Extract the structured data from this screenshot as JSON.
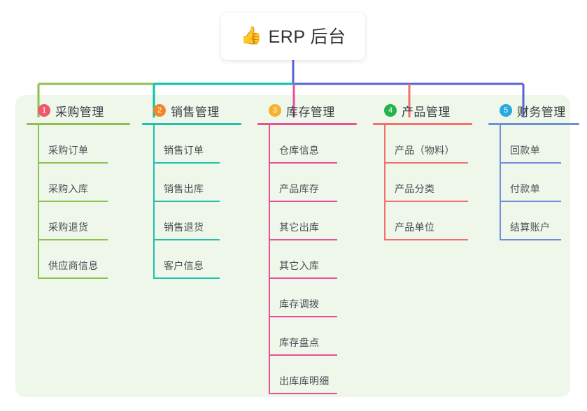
{
  "diagram": {
    "type": "mind-map",
    "root": {
      "icon": "thumbs-up-icon",
      "emoji": "👍",
      "title": "ERP 后台"
    },
    "panel_color": "#eef7e9",
    "branches": [
      {
        "index": "1",
        "title": "采购管理",
        "badge_color": "#f2586b",
        "line_color": "#8cc152",
        "bus_color": "#8cc152",
        "drop_color": "#8cc152",
        "items": [
          "采购订单",
          "采购入库",
          "采购退货",
          "供应商信息"
        ]
      },
      {
        "index": "2",
        "title": "销售管理",
        "badge_color": "#f0872b",
        "line_color": "#20c0ad",
        "bus_color": "#06c2ad",
        "drop_color": "#06c2ad",
        "items": [
          "销售订单",
          "销售出库",
          "销售退货",
          "客户信息"
        ]
      },
      {
        "index": "3",
        "title": "库存管理",
        "badge_color": "#f5b32b",
        "line_color": "#e8509a",
        "bus_color": "#5a63d6",
        "drop_color": "#e8509a",
        "items": [
          "仓库信息",
          "产品库存",
          "其它出库",
          "其它入库",
          "库存调拨",
          "库存盘点",
          "出库库明细"
        ]
      },
      {
        "index": "4",
        "title": "产品管理",
        "badge_color": "#24b34c",
        "line_color": "#f2706e",
        "bus_color": "#5a63d6",
        "drop_color": "#f2706e",
        "items": [
          "产品（物料）",
          "产品分类",
          "产品单位"
        ]
      },
      {
        "index": "5",
        "title": "财务管理",
        "badge_color": "#2aa9e0",
        "line_color": "#6f8ed8",
        "bus_color": "#5a63d6",
        "drop_color": "#5a63d6",
        "items": [
          "回款单",
          "付款单",
          "结算账户"
        ]
      }
    ],
    "stem_color": "#5a63d6"
  }
}
